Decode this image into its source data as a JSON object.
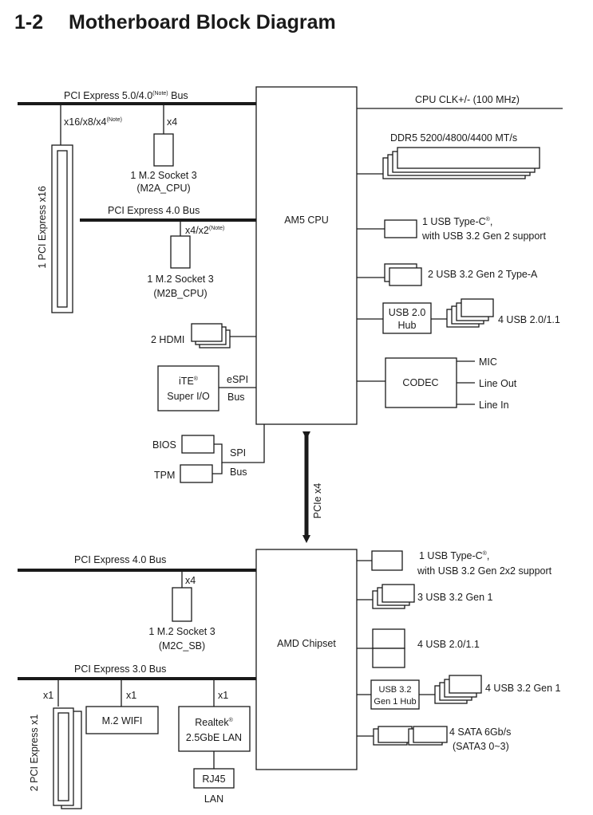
{
  "header": {
    "section": "1-2",
    "title": "Motherboard Block Diagram"
  },
  "cpu": {
    "label": "AM5 CPU"
  },
  "chipset": {
    "label": "AMD Chipset"
  },
  "cpu_side": {
    "pcie5_bus": {
      "label": "PCI Express 5.0/4.0",
      "note": "(Note)",
      "suffix": "Bus"
    },
    "x16_label": "x16/x8/x4",
    "x16_note": "(Note)",
    "x4_label": "x4",
    "pci_x16_slot": "1 PCI Express x16",
    "m2a": {
      "line1": "1 M.2 Socket 3",
      "line2": "(M2A_CPU)"
    },
    "pcie4_bus": {
      "label": "PCI Express 4.0 Bus"
    },
    "x4x2_label": "x4/x2",
    "x4x2_note": "(Note)",
    "m2b": {
      "line1": "1 M.2 Socket 3",
      "line2": "(M2B_CPU)"
    },
    "hdmi": "2 HDMI",
    "ite": {
      "line1": "iTE",
      "reg": "®",
      "line2": "Super I/O"
    },
    "espi": {
      "line1": "eSPI",
      "line2": "Bus"
    },
    "bios": "BIOS",
    "tpm": "TPM",
    "spi": {
      "line1": "SPI",
      "line2": "Bus"
    }
  },
  "cpu_right": {
    "cpu_clk": "CPU CLK+/- (100 MHz)",
    "ddr5": "DDR5 5200/4800/4400 MT/s",
    "usb_typec": {
      "line1": "1 USB Type-C",
      "reg": "®",
      "line1_end": ",",
      "line2": "with USB 3.2 Gen 2 support"
    },
    "usb32g2a": "2 USB 3.2 Gen 2 Type-A",
    "usb20hub": {
      "line1": "USB 2.0",
      "line2": "Hub"
    },
    "usb20": "4 USB 2.0/1.1",
    "codec": "CODEC",
    "audio": [
      "MIC",
      "Line Out",
      "Line In"
    ]
  },
  "link": {
    "label": "PCIe x4"
  },
  "chipset_side": {
    "pcie4_bus": "PCI Express 4.0 Bus",
    "x4_label": "x4",
    "m2c": {
      "line1": "1 M.2 Socket 3",
      "line2": "(M2C_SB)"
    },
    "pcie3_bus": "PCI Express 3.0 Bus",
    "x1_labels": [
      "x1",
      "x1",
      "x1"
    ],
    "pci_x1_slots": "2 PCI Express x1",
    "m2wifi": "M.2 WIFI",
    "realtek": {
      "line1": "Realtek",
      "reg": "®",
      "line2": "2.5GbE LAN"
    },
    "rj45": "RJ45",
    "lan": "LAN"
  },
  "chipset_right": {
    "usb_typec": {
      "line1": "1 USB Type-C",
      "reg": "®",
      "line1_end": ",",
      "line2": "with USB 3.2 Gen 2x2 support"
    },
    "usb32g1": "3 USB 3.2 Gen 1",
    "usb20": "4 USB 2.0/1.1",
    "hub": {
      "line1": "USB 3.2",
      "line2": "Gen 1 Hub"
    },
    "usb32g1_hub": "4 USB 3.2 Gen 1",
    "sata": {
      "line1": "4 SATA 6Gb/s",
      "line2": "(SATA3 0~3)"
    }
  }
}
